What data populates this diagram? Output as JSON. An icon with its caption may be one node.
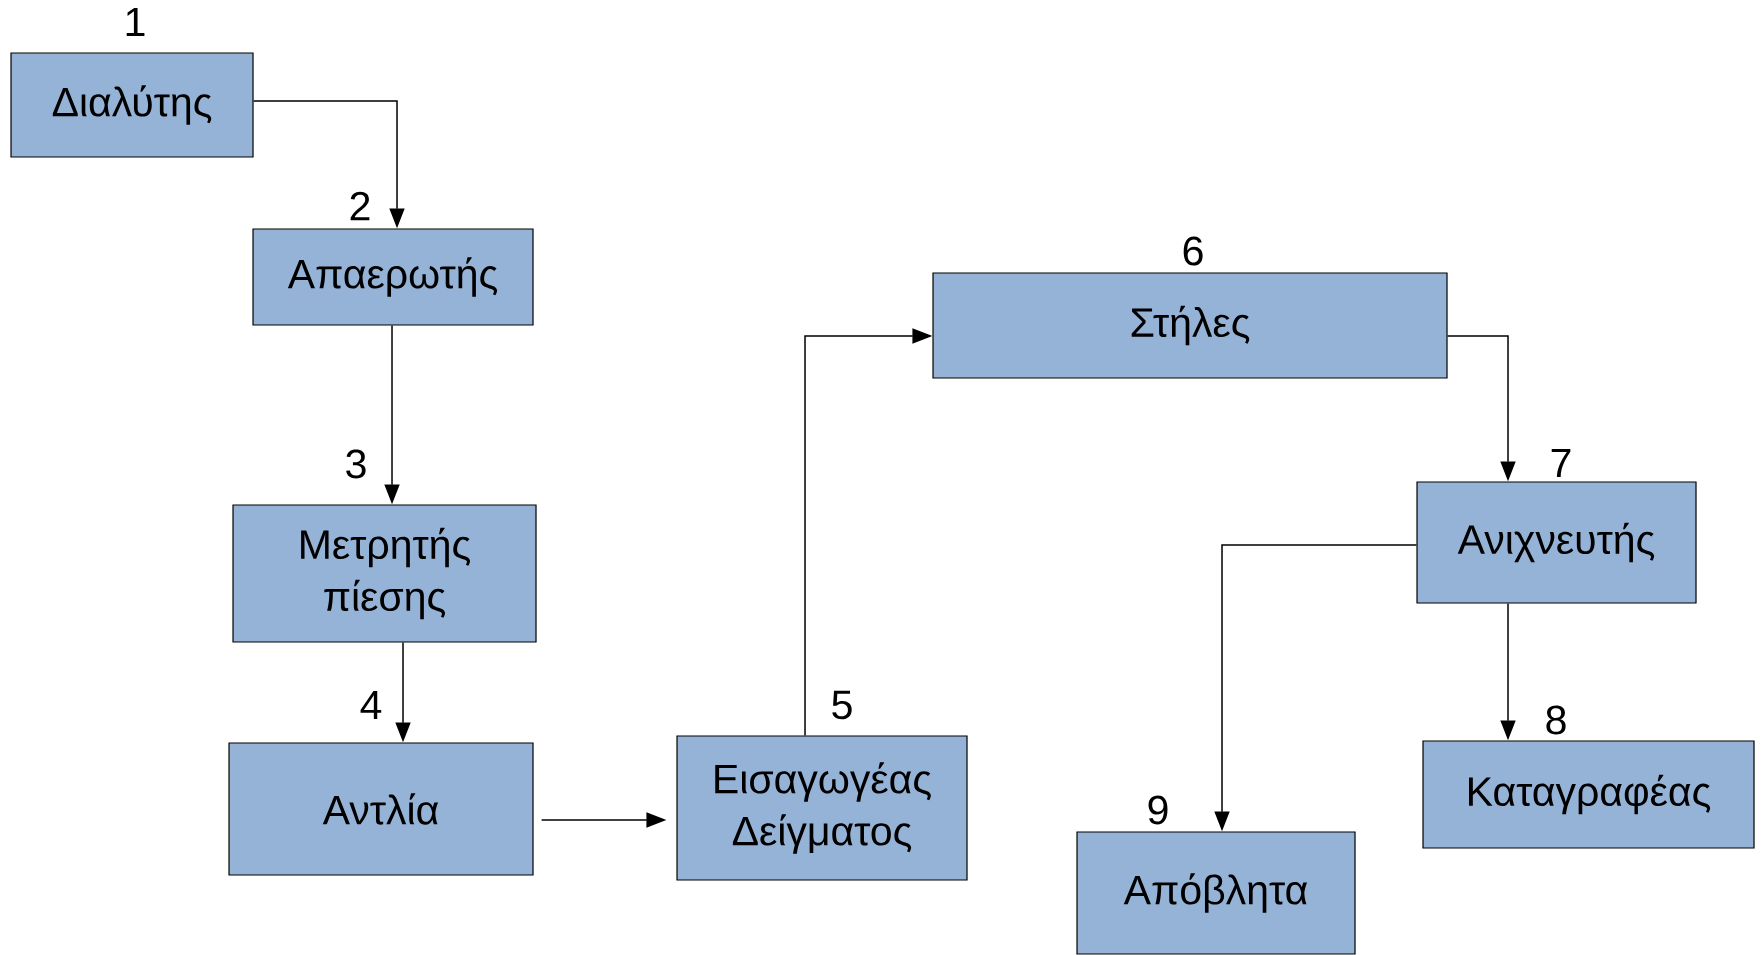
{
  "diagram": {
    "nodes": [
      {
        "text": [
          "Διαλύτης"
        ],
        "beside": [
          "1"
        ]
      },
      {
        "text": [
          "Απαερωτής"
        ],
        "beside": [
          "2"
        ]
      },
      {
        "text": [
          "Μετρητής πίεσης"
        ],
        "beside": [
          "3"
        ]
      },
      {
        "text": [
          "Αντλία"
        ],
        "beside": [
          "4"
        ]
      },
      {
        "text": [
          "Εισαγωγέας Δείγματος"
        ],
        "beside": [
          "5"
        ]
      },
      {
        "text": [
          "Στήλες"
        ],
        "beside": [
          "6"
        ]
      },
      {
        "text": [
          "Ανιχνευτής"
        ],
        "beside": [
          "7"
        ]
      },
      {
        "text": [
          "Καταγραφέας"
        ],
        "beside": [
          "8"
        ]
      },
      {
        "text": [
          "Απόβλητα"
        ],
        "beside": [
          "9"
        ]
      }
    ],
    "edges": [
      {
        "from": 0,
        "to": 1,
        "arrow": "to"
      },
      {
        "from": 1,
        "to": 2,
        "arrow": "to"
      },
      {
        "from": 2,
        "to": 3,
        "arrow": "to"
      },
      {
        "from": 3,
        "to": 4,
        "arrow": "to"
      },
      {
        "from": 4,
        "to": 5,
        "arrow": "to"
      },
      {
        "from": 5,
        "to": 6,
        "arrow": "to"
      },
      {
        "from": 6,
        "to": 8,
        "arrow": "to"
      },
      {
        "from": 6,
        "to": 7,
        "arrow": "to"
      }
    ]
  }
}
